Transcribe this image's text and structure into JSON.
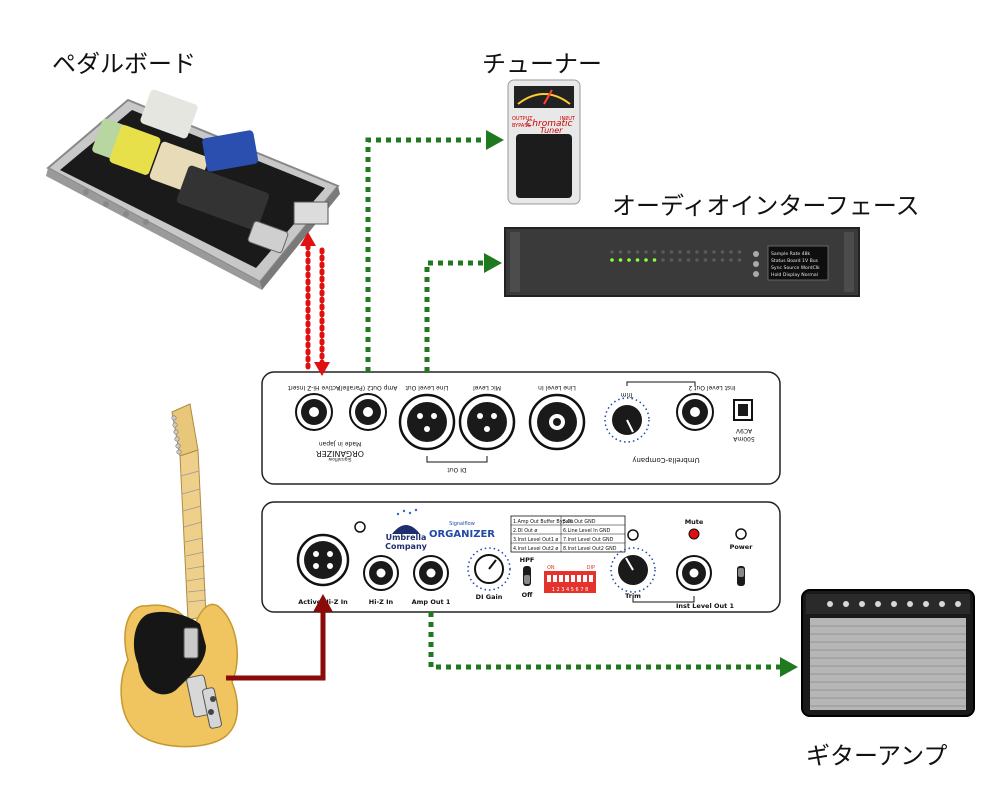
{
  "labels": {
    "pedalboard": "ペダルボード",
    "tuner": "チューナー",
    "audio_interface": "オーディオインターフェース",
    "guitar_amp": "ギターアンプ"
  },
  "tuner": {
    "output": "OUTPUT",
    "input": "INPUT",
    "bypass": "BYPASS",
    "name_line1": "Chromatic",
    "name_line2": "Tuner"
  },
  "rear_panel": {
    "jack_labels": [
      "Active Hi-Z Insert",
      "Amp Out2 (Parallel)",
      "Line Level Out",
      "Mic Level",
      "Line Level In",
      "Inst Level Out 2"
    ],
    "trim": "Trim",
    "di_out": "DI Out",
    "power_spec_1": "AC9V",
    "power_spec_2": "500mA",
    "brand_small": "Signalflow",
    "brand_big": "ORGANIZER",
    "made_in": "Made in Japan",
    "company": "Umbrella-Company"
  },
  "front_panel": {
    "jack_labels": [
      "Active Hi-Z In",
      "Hi-Z In",
      "Amp Out 1"
    ],
    "umbrella_1": "Umbrella",
    "umbrella_2": "Company",
    "brand_small": "Signalflow",
    "brand_big": "ORGANIZER",
    "di_gain": "DI Gain",
    "hpf": "HPF",
    "off": "Off",
    "on": "ON",
    "dip": "DIP",
    "dip_numbers": "1 2 3 4 5 6 7 8",
    "trim": "Trim",
    "inst_level_out_1": "Inst Level Out 1",
    "mute": "Mute",
    "power": "Power",
    "switch_table": [
      [
        "1.Amp Out Buffer Bypass",
        "5.DI Out GND"
      ],
      [
        "2.DI Out ø",
        "6.Line Level In GND"
      ],
      [
        "3.Inst Level Out1 ø",
        "7.Inst Level Out GND"
      ],
      [
        "4.Inst Level Out2 ø",
        "8.Inst Level Out2 GND"
      ]
    ]
  },
  "interface": {
    "screen_lines": [
      "Sample Rate  48k",
      "Status Board  1V Bus",
      "Sync Source  WordClk",
      "Hold Display  Normal"
    ]
  },
  "colors": {
    "green_dash": "#1f7a1f",
    "red_dash": "#e01010",
    "guitar_cable": "#8b0a0a",
    "panel_border": "#222222"
  }
}
